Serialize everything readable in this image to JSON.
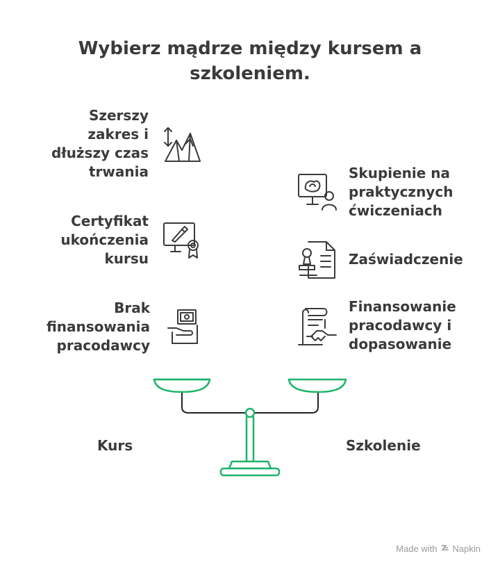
{
  "title": "Wybierz mądrze między kursem a szkoleniem.",
  "left_side": {
    "label": "Kurs",
    "items": [
      {
        "text": "Szerszy zakres i dłuższy czas trwania",
        "icon": "mountains-range-icon"
      },
      {
        "text": "Certyfikat ukończenia kursu",
        "icon": "certificate-monitor-icon"
      },
      {
        "text": "Brak finansowania pracodawcy",
        "icon": "money-hand-icon"
      }
    ]
  },
  "right_side": {
    "label": "Szkolenie",
    "items": [
      {
        "text": "Skupienie na praktycznych ćwiczeniach",
        "icon": "presentation-person-icon"
      },
      {
        "text": "Zaświadczenie",
        "icon": "stamp-document-icon"
      },
      {
        "text": "Finansowanie pracodawcy i dopasowanie",
        "icon": "handshake-contract-icon"
      }
    ]
  },
  "footer": {
    "made_with": "Made with",
    "brand": "Napkin"
  },
  "colors": {
    "text": "#3a3a3a",
    "accent": "#1db36a",
    "beam": "#222222",
    "icon": "#3a3a3a"
  }
}
